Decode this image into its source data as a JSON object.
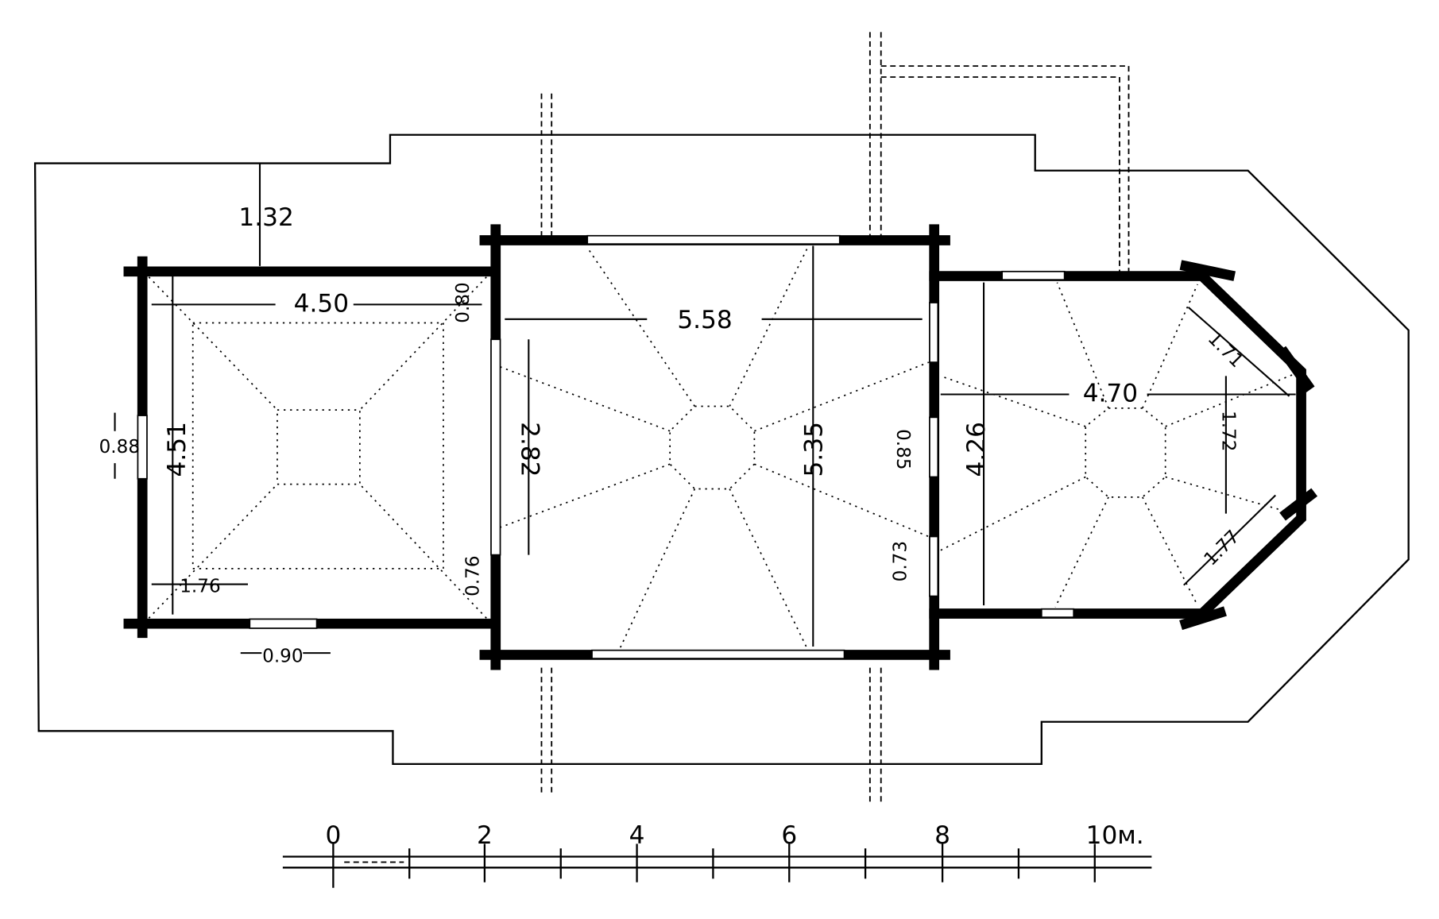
{
  "plan": {
    "dimensions": {
      "porch_offset": "1.32",
      "narthex_width": "4.50",
      "narthex_door_pier": "0.80",
      "nave_width": "5.58",
      "narthex_window": "0.88",
      "narthex_length": "4.51",
      "nave_opening": "2.82",
      "nave_length": "5.35",
      "nave_window_upper": "0.85",
      "chancel_length": "4.26",
      "chancel_width": "4.70",
      "apse_side_upper": "1.71",
      "apse_end": "1.72",
      "apse_side_lower": "1.77",
      "nave_window_lower": "0.73",
      "narthex_pier_lower": "0.76",
      "narthex_door_offset": "1.76",
      "narthex_door": "0.90"
    },
    "scale_bar": {
      "ticks": [
        "0",
        "2",
        "4",
        "6",
        "8",
        "10м."
      ]
    }
  }
}
